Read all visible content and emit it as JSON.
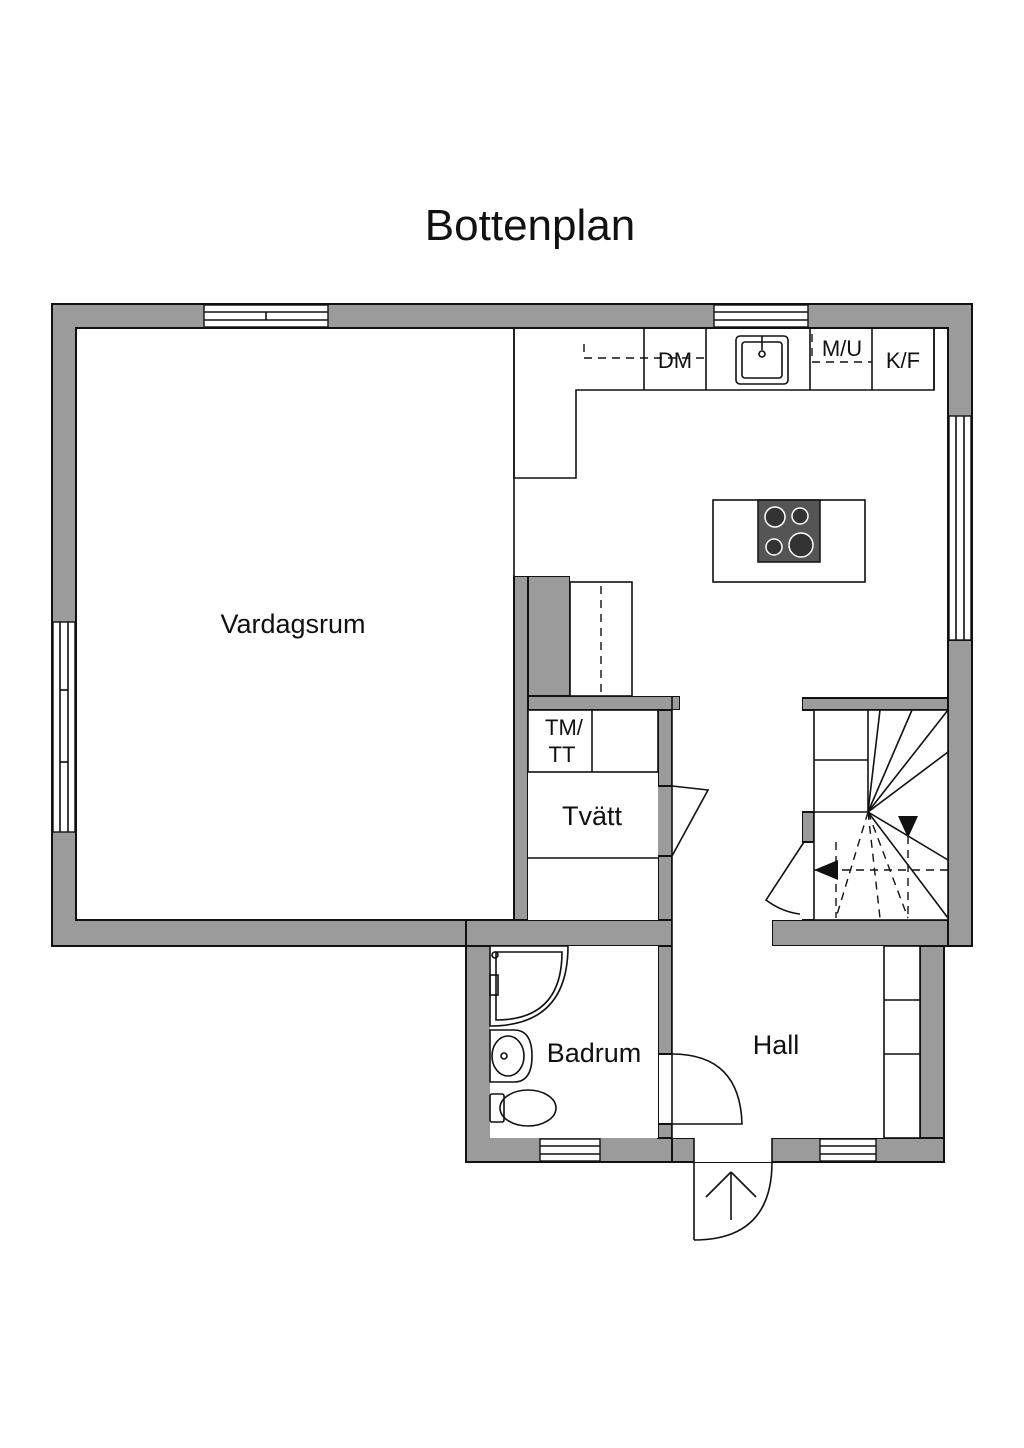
{
  "title": "Bottenplan",
  "rooms": {
    "vardagsrum": "Vardagsrum",
    "tvatt": "Tvätt",
    "badrum": "Badrum",
    "hall": "Hall"
  },
  "appliances": {
    "dm": "DM",
    "mu": "M/U",
    "kf": "K/F",
    "tm_line1": "TM/",
    "tm_line2": "TT"
  },
  "colors": {
    "wall_fill": "#9b9b9b",
    "line": "#111111",
    "background": "#ffffff",
    "hob": "#555555"
  }
}
